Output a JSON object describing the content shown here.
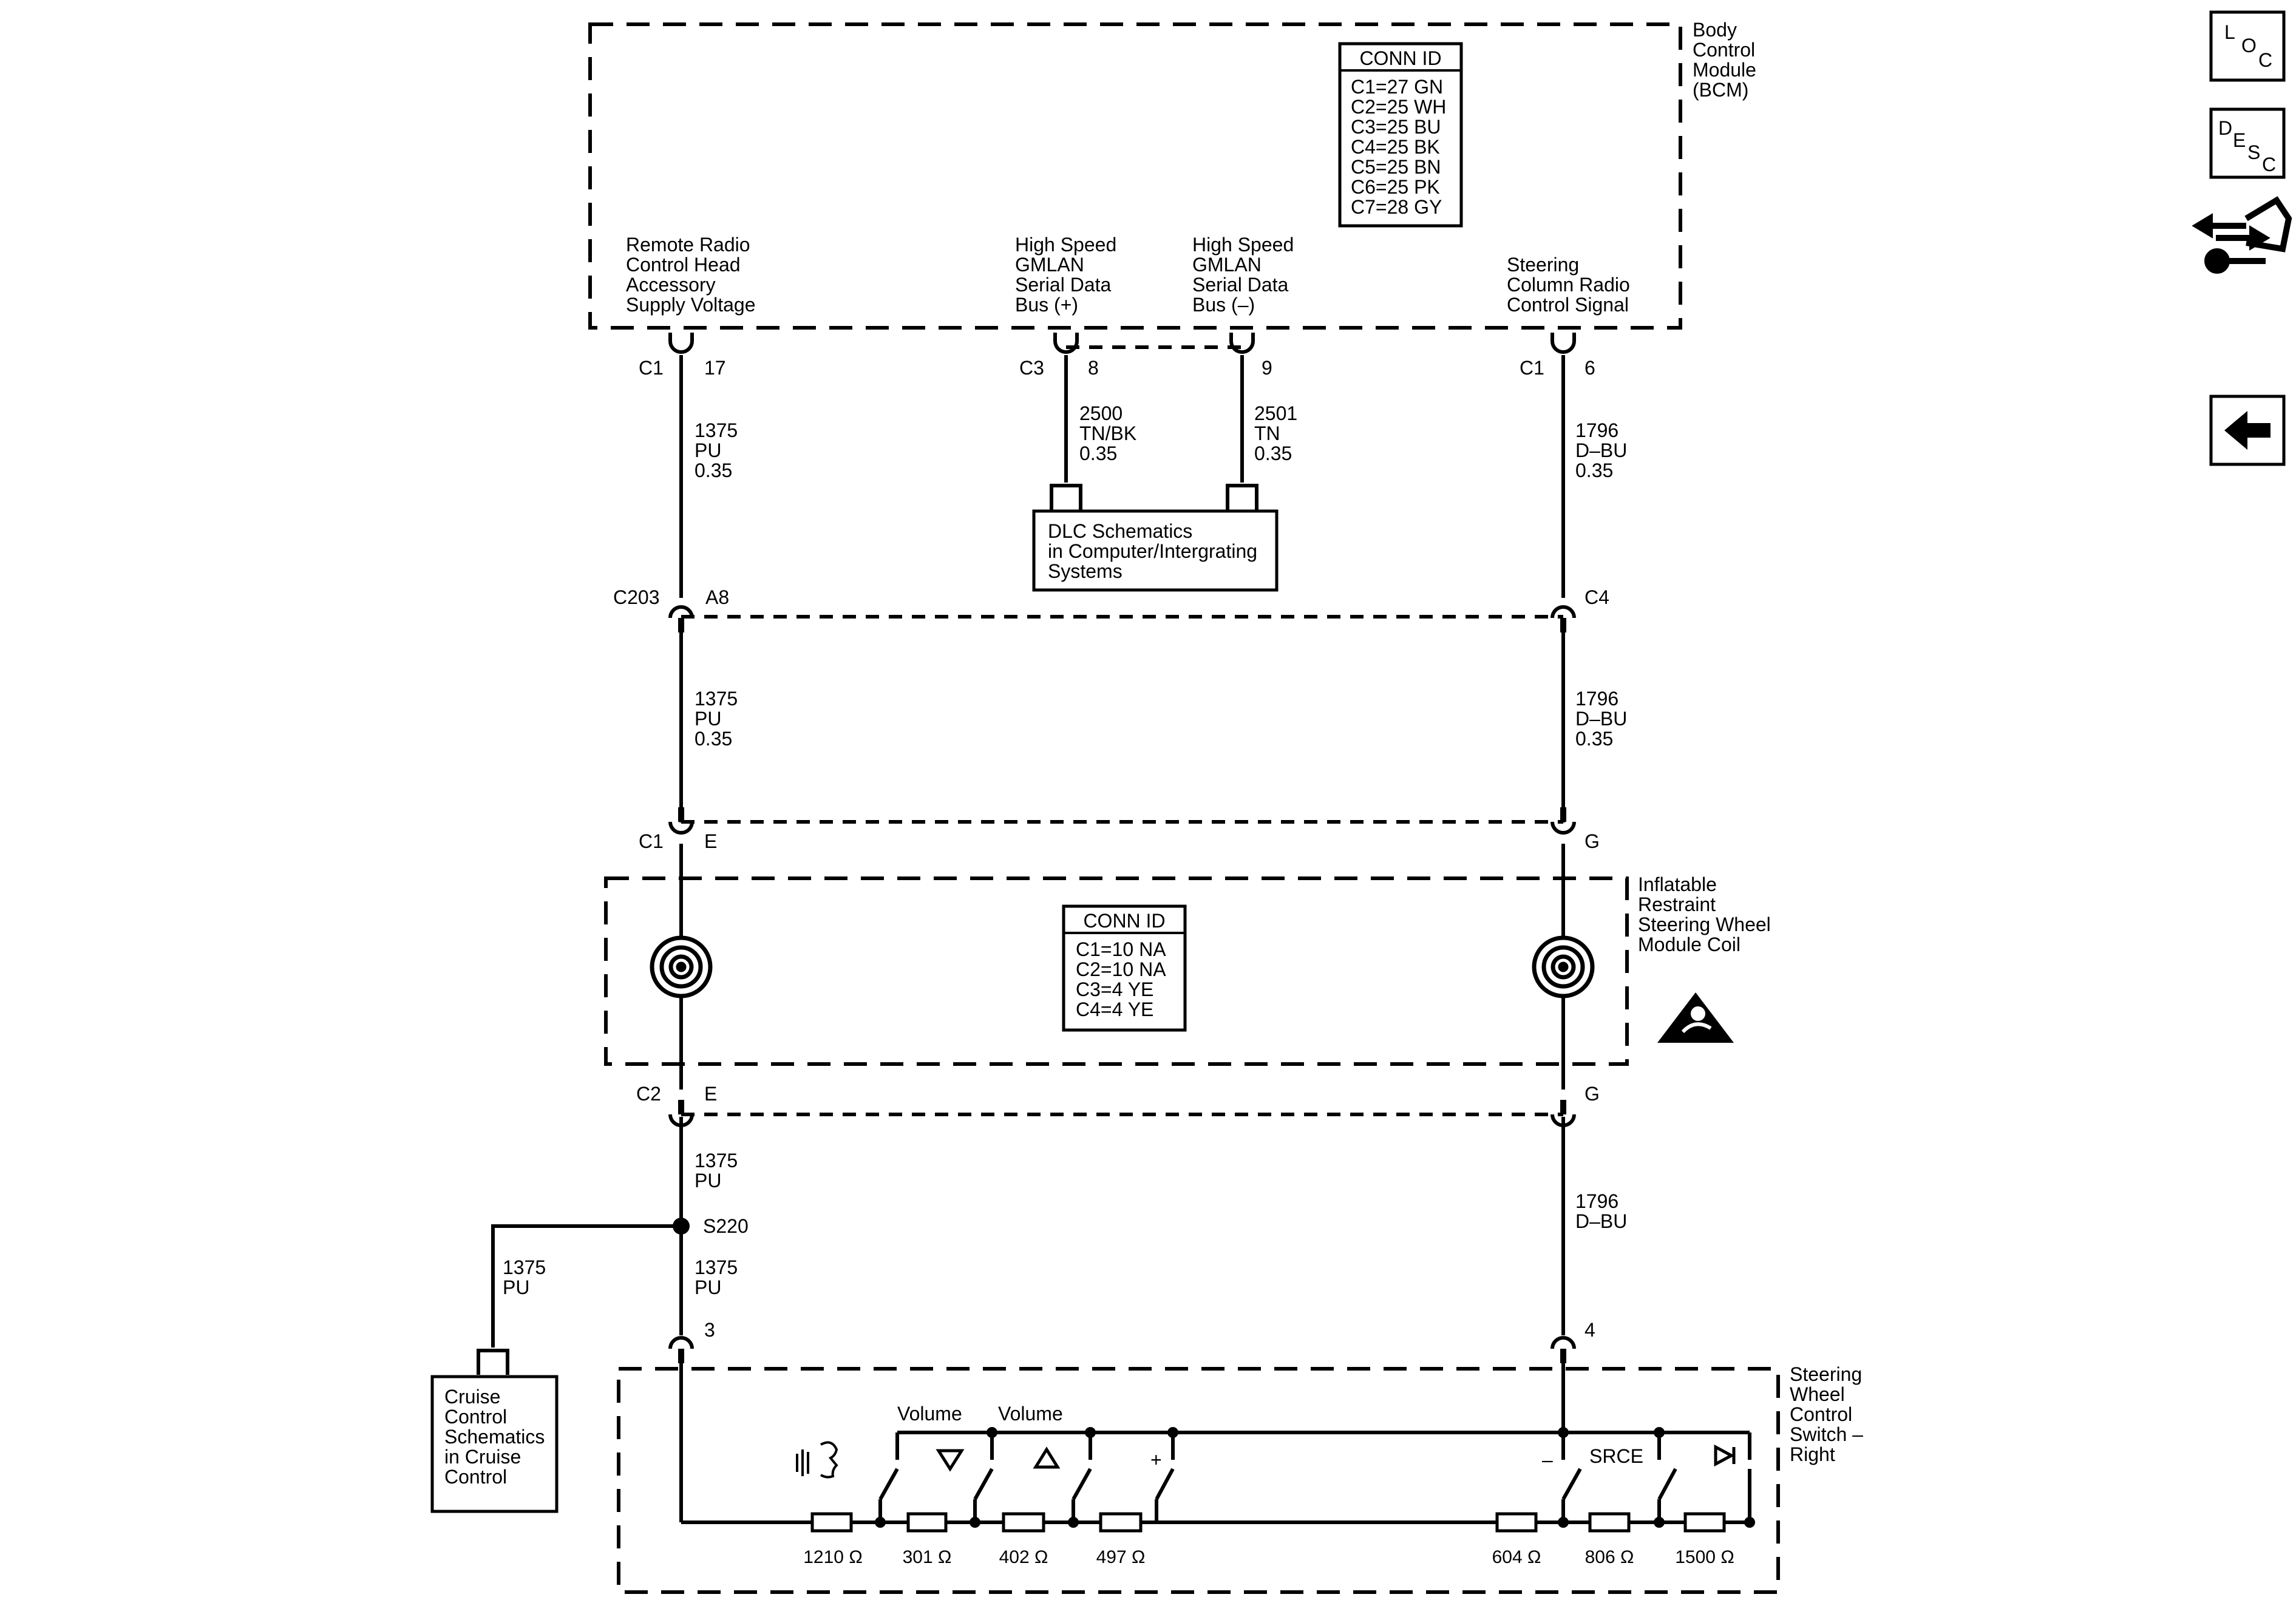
{
  "bcm": {
    "name": [
      "Body",
      "Control",
      "Module",
      "(BCM)"
    ],
    "conn_title": "CONN ID",
    "conn_ids": [
      "C1=27 GN",
      "C2=25 WH",
      "C3=25 BU",
      "C4=25 BK",
      "C5=25 BN",
      "C6=25 PK",
      "C7=28 GY"
    ],
    "pins": {
      "remote": [
        "Remote Radio",
        "Control Head",
        "Accessory",
        "Supply Voltage"
      ],
      "gmlan_pos": [
        "High Speed",
        "GMLAN",
        "Serial Data",
        "Bus (+)"
      ],
      "gmlan_neg": [
        "High Speed",
        "GMLAN",
        "Serial Data",
        "Bus (–)"
      ],
      "steering": [
        "Steering",
        "Column Radio",
        "Control Signal"
      ]
    }
  },
  "connectors": {
    "c1_17": {
      "conn": "C1",
      "pin": "17"
    },
    "c3_8": {
      "conn": "C3",
      "pin": "8"
    },
    "p9": {
      "pin": "9"
    },
    "c1_6": {
      "conn": "C1",
      "pin": "6"
    },
    "c203_a8": {
      "conn": "C203",
      "pin": "A8"
    },
    "c4": {
      "pin": "C4"
    },
    "coil_top_left": {
      "conn": "C1",
      "pin": "E"
    },
    "coil_top_right": {
      "pin": "G"
    },
    "coil_bot_left": {
      "conn": "C2",
      "pin": "E"
    },
    "coil_bot_right": {
      "pin": "G"
    },
    "switch_left": {
      "pin": "3"
    },
    "switch_right": {
      "pin": "4"
    }
  },
  "wires": {
    "w1375_a": [
      "1375",
      "PU",
      "0.35"
    ],
    "w1375_b": [
      "1375",
      "PU",
      "0.35"
    ],
    "w1375_c": [
      "1375",
      "PU"
    ],
    "w1375_d": [
      "1375",
      "PU"
    ],
    "w1375_e": [
      "1375",
      "PU"
    ],
    "w2500": [
      "2500",
      "TN/BK",
      "0.35"
    ],
    "w2501": [
      "2501",
      "TN",
      "0.35"
    ],
    "w1796_a": [
      "1796",
      "D–BU",
      "0.35"
    ],
    "w1796_b": [
      "1796",
      "D–BU",
      "0.35"
    ],
    "w1796_c": [
      "1796",
      "D–BU"
    ]
  },
  "splice": "S220",
  "dlc_box": [
    "DLC Schematics",
    "in Computer/Intergrating",
    "Systems"
  ],
  "cruise_box": [
    "Cruise",
    "Control",
    "Schematics",
    "in Cruise",
    "Control"
  ],
  "coil": {
    "name": [
      "Inflatable",
      "Restraint",
      "Steering Wheel",
      "Module Coil"
    ],
    "conn_title": "CONN ID",
    "conn_ids": [
      "C1=10 NA",
      "C2=10 NA",
      "C3=4 YE",
      "C4=4 YE"
    ]
  },
  "switch": {
    "name": [
      "Steering",
      "Wheel",
      "Control",
      "Switch –",
      "Right"
    ],
    "labels": {
      "volume_down": "Volume",
      "volume_up": "Volume",
      "plus": "+",
      "minus": "–",
      "srce": "SRCE"
    },
    "resistors": [
      "1210 Ω",
      "301 Ω",
      "402 Ω",
      "497 Ω",
      "604 Ω",
      "806 Ω",
      "1500 Ω"
    ]
  },
  "nav": {
    "loc": [
      "L",
      "O",
      "C"
    ],
    "desc": [
      "D",
      "E",
      "S",
      "C"
    ]
  }
}
